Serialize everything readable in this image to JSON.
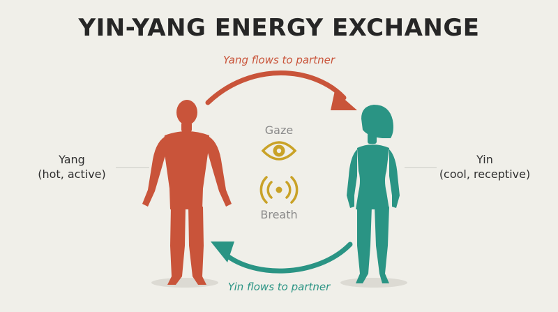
{
  "title": "YIN-YANG ENERGY EXCHANGE",
  "top_flow_label": "Yang flows to partner",
  "bottom_flow_label": "Yin flows to partner",
  "left": {
    "title": "Yang",
    "subtitle": "(hot, active)"
  },
  "right": {
    "title": "Yin",
    "subtitle": "(cool, receptive)"
  },
  "center": {
    "gaze_label": "Gaze",
    "breath_label": "Breath"
  },
  "icons": {
    "gaze": "eye-icon",
    "breath": "broadcast-icon",
    "top_arrow": "curved-arrow-right-icon",
    "bottom_arrow": "curved-arrow-left-icon"
  },
  "colors": {
    "yang": "#c9543a",
    "yin": "#2a9484",
    "accent": "#c9a227",
    "background": "#f0efe9",
    "title": "#262626"
  }
}
